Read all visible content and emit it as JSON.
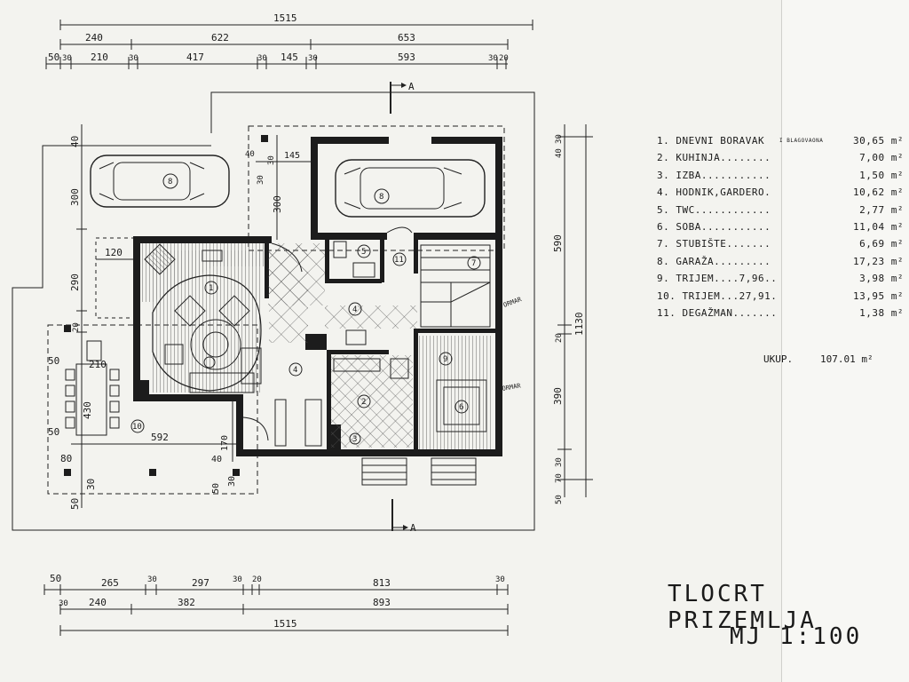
{
  "dims_top": {
    "total": "1515",
    "row2": [
      "240",
      "622",
      "653"
    ],
    "row3": [
      "50",
      "30",
      "210",
      "30",
      "417",
      "30",
      "145",
      "30",
      "593",
      "30",
      "20"
    ]
  },
  "dims_bottom": {
    "row1": [
      "50",
      "265",
      "30",
      "297",
      "30",
      "20",
      "813",
      "30"
    ],
    "row2": [
      "30",
      "240",
      "382",
      "893"
    ],
    "total": "1515"
  },
  "dims_right": [
    "30",
    "40",
    "590",
    "20",
    "390",
    "30",
    "70",
    "50",
    "1130"
  ],
  "dims_left": [
    "40",
    "300",
    "290",
    "120",
    "20",
    "50",
    "210",
    "430",
    "50",
    "80",
    "30",
    "50"
  ],
  "dims_inner": [
    "30",
    "40",
    "145",
    "30",
    "300",
    "592",
    "170",
    "40",
    "50",
    "30"
  ],
  "section_marks": [
    "A",
    "A"
  ],
  "rooms": [
    {
      "num": "1",
      "name": "DNEVNI BORAVAK",
      "note": "I BLAGOVAONA",
      "area": "30,65 m²"
    },
    {
      "num": "2",
      "name": "KUHINJA",
      "area": "7,00 m²"
    },
    {
      "num": "3",
      "name": "IZBA",
      "area": "1,50 m²"
    },
    {
      "num": "4",
      "name": "HODNIK,GARDEROBA",
      "area": "10,62 m²"
    },
    {
      "num": "5",
      "name": "TWC",
      "area": "2,77 m²"
    },
    {
      "num": "6",
      "name": "SOBA",
      "area": "11,04 m²"
    },
    {
      "num": "7",
      "name": "STUBIŠTE",
      "area": "6,69 m²"
    },
    {
      "num": "8",
      "name": "GARAŽA",
      "area": "17,23 m²"
    },
    {
      "num": "9",
      "name": "TRIJEM",
      "extra": "7,96",
      "area": "3,98 m²"
    },
    {
      "num": "10",
      "name": "TRIJEM",
      "extra": "27,91",
      "area": "13,95 m²"
    },
    {
      "num": "11",
      "name": "DEGAŽMAN",
      "area": "1,38 m²"
    }
  ],
  "legend_rows": [
    {
      "name": "1. DNEVNI BORAVAK",
      "area": "30,65 m²"
    },
    {
      "name": "2. KUHINJA........",
      "area": "7,00 m²"
    },
    {
      "name": "3. IZBA...........",
      "area": "1,50 m²"
    },
    {
      "name": "4. HODNIK,GARDERO.",
      "area": "10,62 m²"
    },
    {
      "name": "5. TWC............",
      "area": "2,77 m²"
    },
    {
      "name": "6. SOBA...........",
      "area": "11,04 m²"
    },
    {
      "name": "7. STUBIŠTE.......",
      "area": "6,69 m²"
    },
    {
      "name": "8. GARAŽA.........",
      "area": "17,23 m²"
    },
    {
      "name": "9. TRIJEM....7,96..",
      "area": "3,98 m²"
    },
    {
      "name": "10. TRIJEM...27,91.",
      "area": "13,95 m²"
    },
    {
      "name": "11. DEGAŽMAN.......",
      "area": "1,38 m²"
    }
  ],
  "legend_note": "I BLAGOVAONA",
  "total_label": "UKUP.",
  "total_area": "107.01 m²",
  "title": "TLOCRT PRIZEMLJA",
  "scale": "MJ 1:100",
  "room_markers": [
    "1",
    "2",
    "3",
    "4",
    "5",
    "6",
    "7",
    "8",
    "9",
    "10",
    "11"
  ],
  "annotations": [
    "ORMAR",
    "ORMAR"
  ],
  "colors": {
    "ink": "#1c1c1c",
    "paper": "#f3f3ef"
  }
}
